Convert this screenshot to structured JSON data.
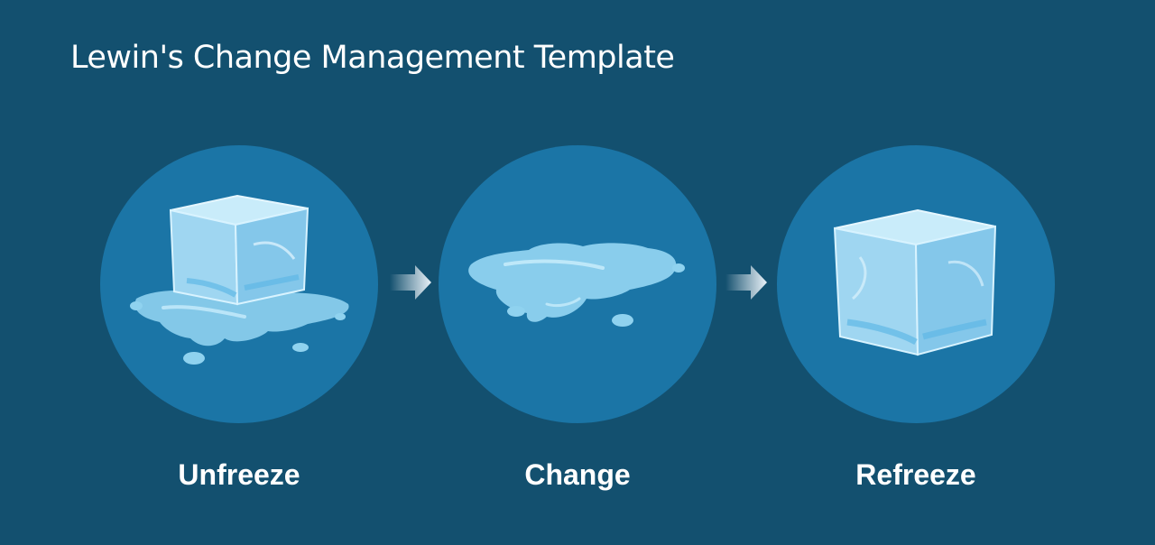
{
  "title": "Lewin's Change Management Template",
  "stages": [
    {
      "label": "Unfreeze",
      "icon": "melting-ice-cube-icon"
    },
    {
      "label": "Change",
      "icon": "water-puddle-icon"
    },
    {
      "label": "Refreeze",
      "icon": "ice-cube-icon"
    }
  ],
  "colors": {
    "background": "#13506f",
    "circle": "#1b75a6",
    "ice": "#a9dcf4",
    "water": "#8fd2ef",
    "text": "#ffffff"
  }
}
